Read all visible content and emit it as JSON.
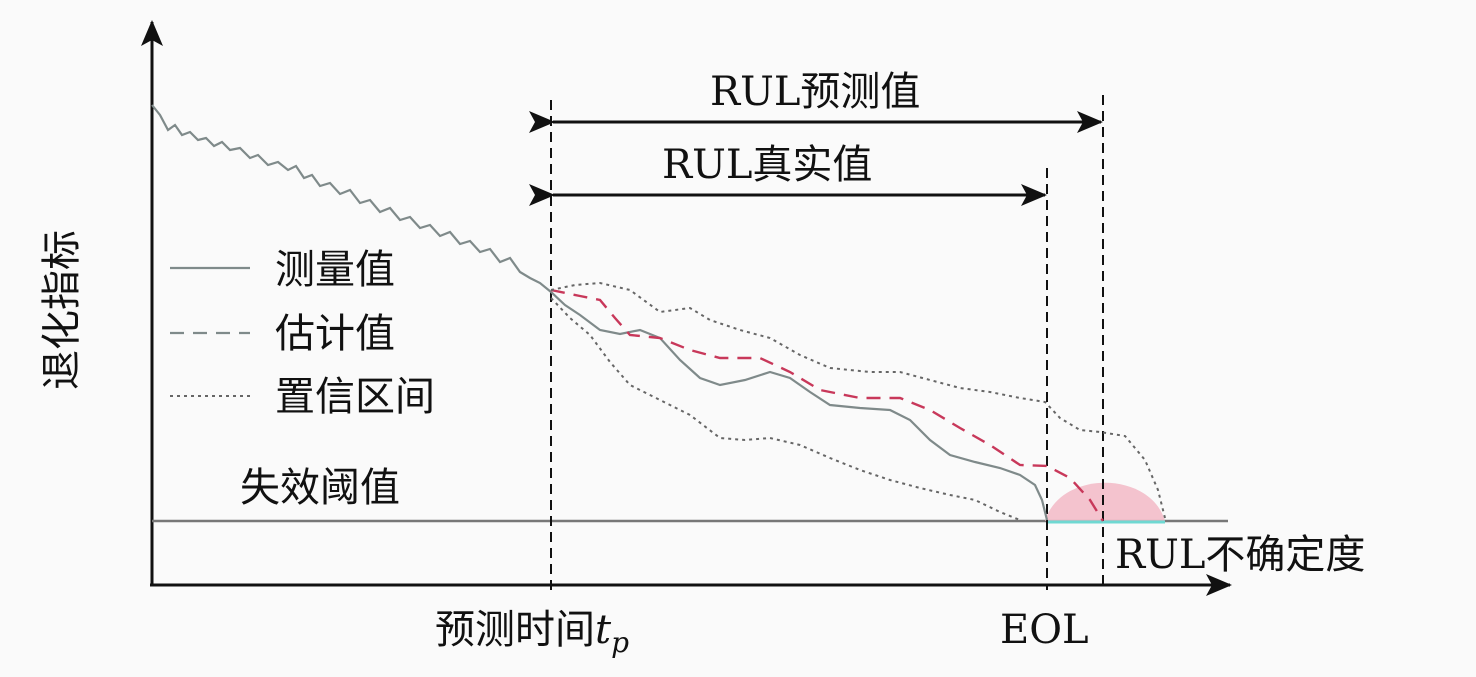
{
  "y_axis_label": "退化指标",
  "legend": {
    "measured": "测量值",
    "estimated": "估计值",
    "confidence_interval": "置信区间"
  },
  "threshold_label": "失效阈值",
  "rul_predicted_label": "RUL预测值",
  "rul_true_label": "RUL真实值",
  "rul_uncertainty_label": "RUL不确定度",
  "prediction_time_label": "预测时间",
  "prediction_time_symbol": "t",
  "prediction_time_subscript": "p",
  "eol_label": "EOL",
  "colors": {
    "line": "#7f8a8a",
    "estimate": "#c8385a",
    "pdf_fill": "#f2b8c6",
    "uncertainty": "#6fd8d2",
    "axis": "#111111"
  }
}
